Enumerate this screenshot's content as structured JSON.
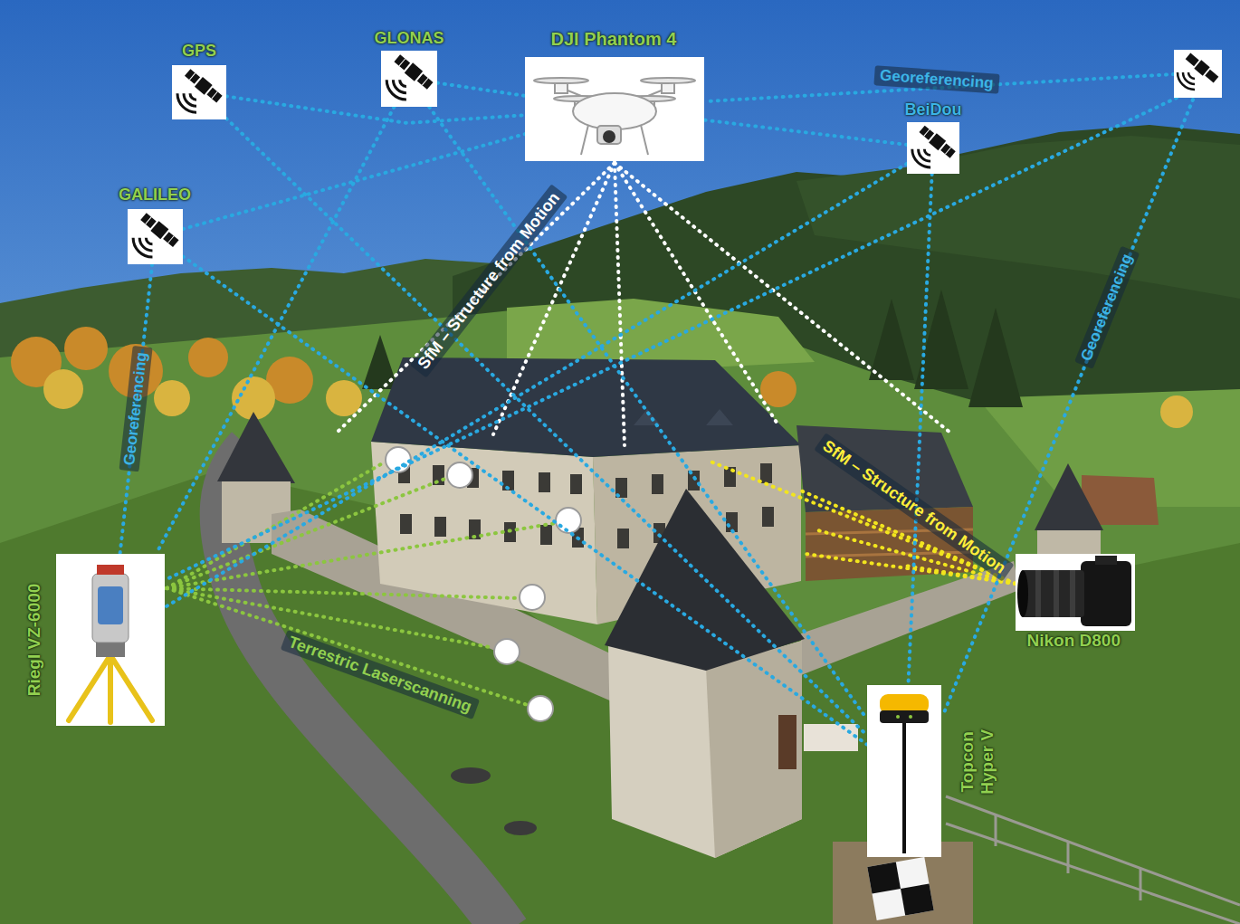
{
  "diagram": {
    "nodes": [
      {
        "text": [
          "GPS"
        ]
      },
      {
        "text": [
          "GLONAS"
        ]
      },
      {
        "text": [
          "DJI Phantom 4"
        ]
      },
      {
        "text": [
          "BeiDou"
        ]
      },
      {
        "text": [
          "GALILEO"
        ]
      },
      {
        "text": [
          "Riegl VZ-6000"
        ]
      },
      {
        "text": [
          "Nikon D800"
        ]
      },
      {
        "text": [
          "Topcon Hyper V"
        ]
      }
    ],
    "edges": [
      {
        "from": 0,
        "to": 2,
        "arrow": "none"
      },
      {
        "from": 1,
        "to": 2,
        "arrow": "none"
      },
      {
        "from": 3,
        "to": 2,
        "arrow": "none"
      },
      {
        "from": 4,
        "to": 2,
        "arrow": "none"
      },
      {
        "from": 1,
        "to": 5,
        "arrow": "none"
      },
      {
        "from": 4,
        "to": 5,
        "label": "Georeferencing",
        "arrow": "none"
      },
      {
        "from": 3,
        "to": 5,
        "arrow": "none"
      },
      {
        "from": 0,
        "to": 7,
        "arrow": "none"
      },
      {
        "from": 1,
        "to": 7,
        "arrow": "none"
      },
      {
        "from": 4,
        "to": 7,
        "arrow": "none"
      },
      {
        "from": 3,
        "to": 7,
        "arrow": "none"
      }
    ],
    "labels": [
      "SfM – Structure from Motion",
      "SfM – Structure from Motion",
      "Terrestric Laserscanning",
      "Georeferencing",
      "Georeferencing"
    ]
  }
}
